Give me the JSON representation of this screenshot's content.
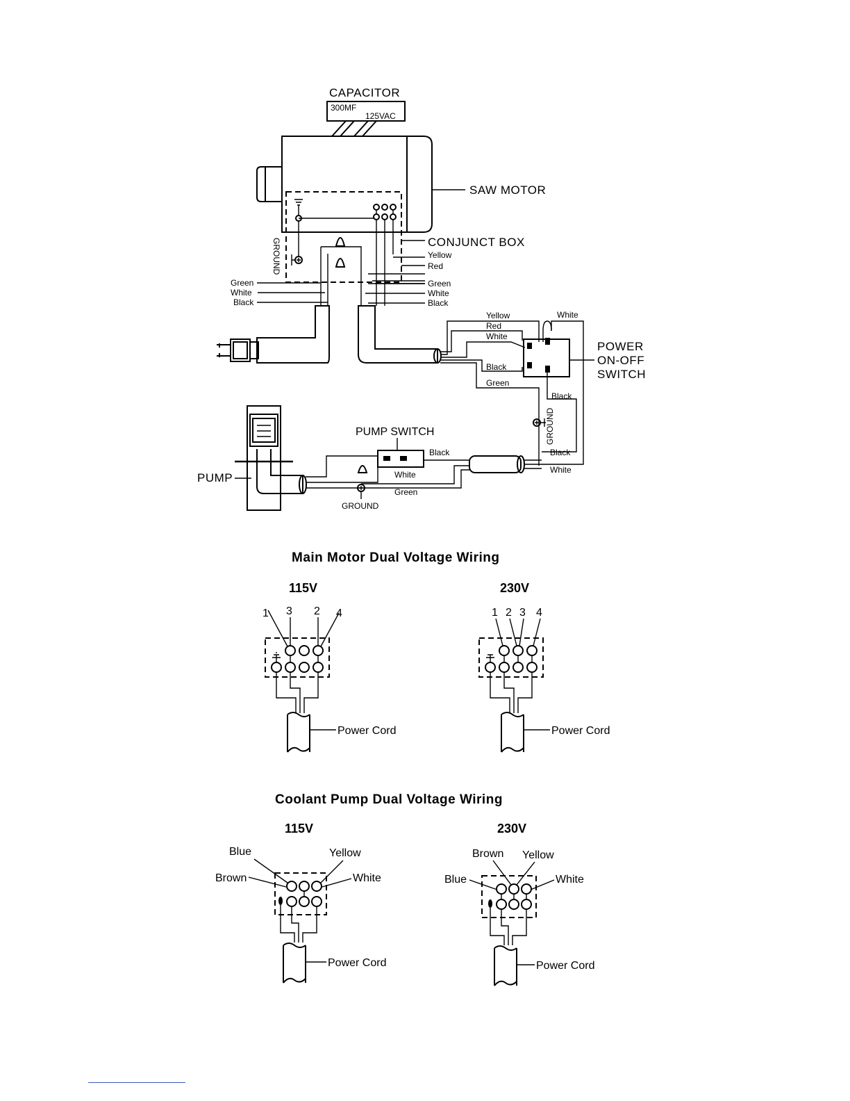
{
  "top_diagram": {
    "capacitor_title": "CAPACITOR",
    "capacitor_rating_1": "300MF",
    "capacitor_rating_2": "125VAC",
    "saw_motor": "SAW MOTOR",
    "conjunct_box": "CONJUNCT BOX",
    "ground_vertical": "GROUND",
    "box_right_wires": [
      "Yellow",
      "Red"
    ],
    "plug_left_wires": [
      "Green",
      "White",
      "Black"
    ],
    "plug_right_wires": [
      "Green",
      "White",
      "Black"
    ],
    "switch_top_wires": [
      "Yellow",
      "Red",
      "White"
    ],
    "switch_white_right": "White",
    "switch_black_left": "Black",
    "switch_green": "Green",
    "power_switch_label": [
      "POWER",
      "ON-OFF",
      "SWITCH"
    ],
    "switch_black_below": "Black",
    "ground_vertical_2": "GROUND",
    "black_lower": "Black",
    "white_lower": "White",
    "pump_switch": "PUMP SWITCH",
    "pump_switch_black": "Black",
    "pump_switch_white": "White",
    "pump_green": "Green",
    "pump_ground": "GROUND",
    "pump": "PUMP"
  },
  "motor_wiring": {
    "title": "Main Motor Dual Voltage Wiring",
    "left": {
      "voltage": "115V",
      "terminals": [
        "1",
        "3",
        "2",
        "4"
      ],
      "cord": "Power Cord"
    },
    "right": {
      "voltage": "230V",
      "terminals": [
        "1",
        "2",
        "3",
        "4"
      ],
      "cord": "Power Cord"
    }
  },
  "pump_wiring": {
    "title": "Coolant Pump Dual Voltage Wiring",
    "left": {
      "voltage": "115V",
      "wires": [
        "Blue",
        "Yellow",
        "Brown",
        "White"
      ],
      "cord": "Power Cord"
    },
    "right": {
      "voltage": "230V",
      "wires": [
        "Brown",
        "Yellow",
        "Blue",
        "White"
      ],
      "cord": "Power Cord"
    }
  }
}
